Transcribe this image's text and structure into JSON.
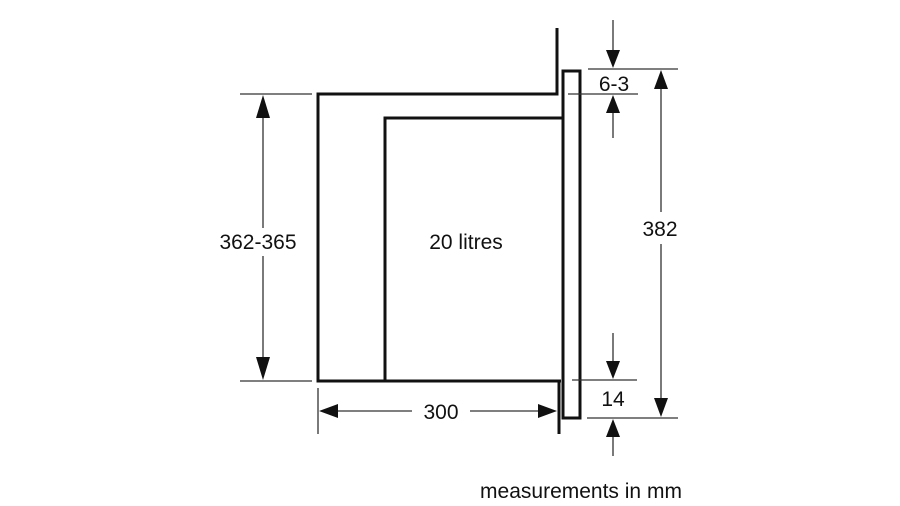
{
  "diagram": {
    "volume_label": "20 litres",
    "niche_height_label": "362-365",
    "depth_label": "300",
    "top_gap_label": "6-3",
    "total_height_label": "382",
    "bottom_gap_label": "14",
    "units_note": "measurements in mm",
    "line_color": "#111111"
  }
}
